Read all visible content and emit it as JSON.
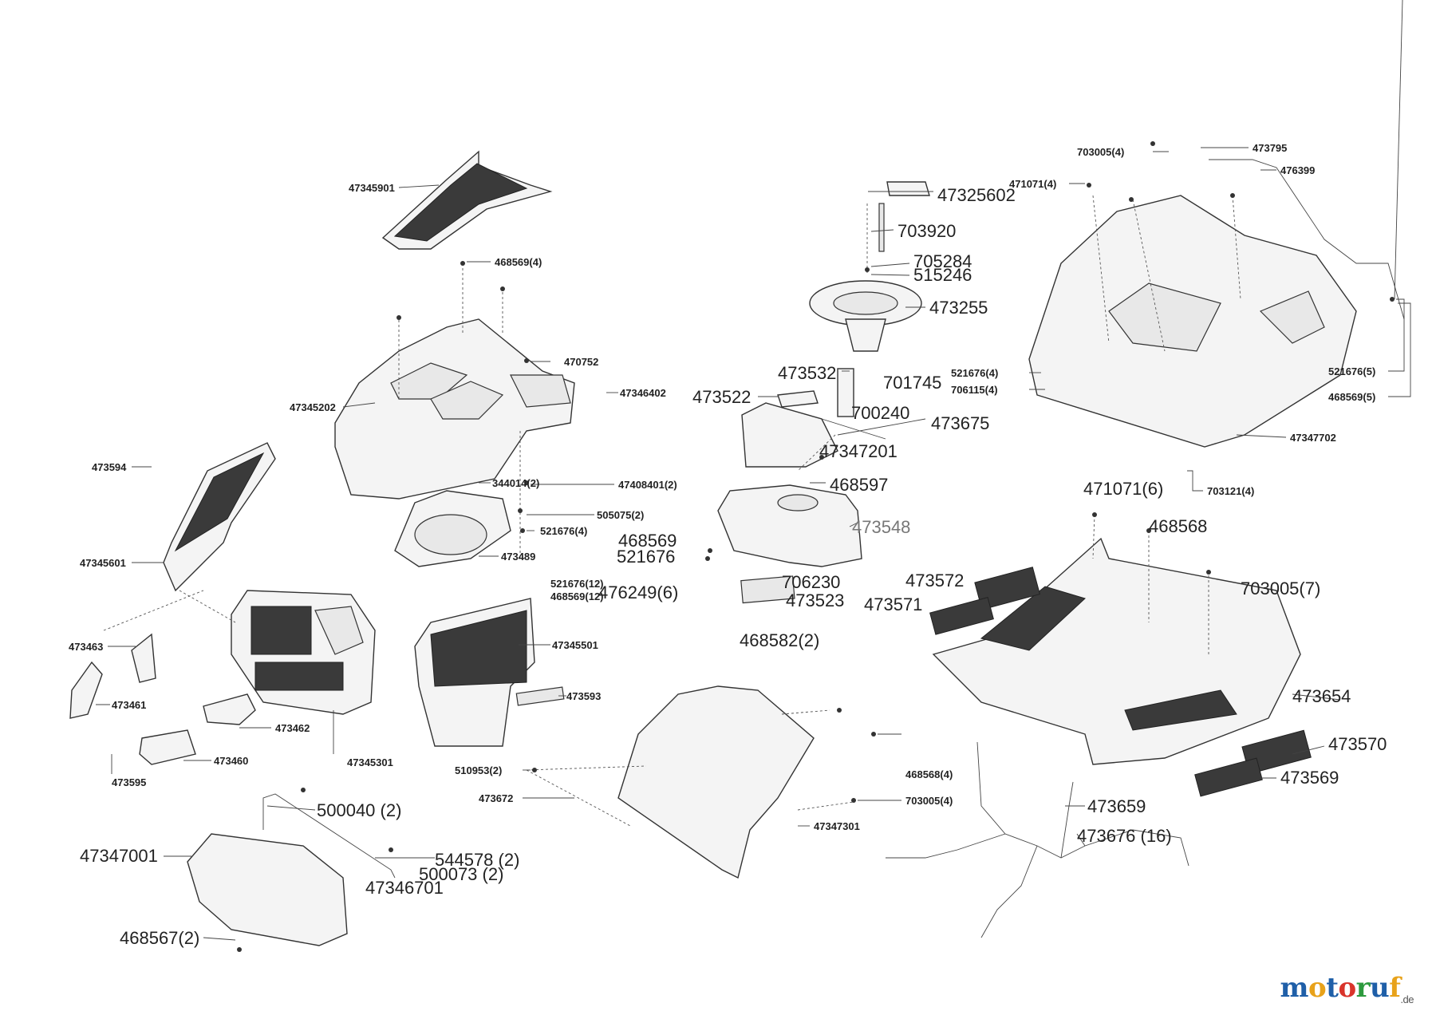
{
  "diagram": {
    "labels": [
      "47345901",
      "468569(4)",
      "470752",
      "47345202",
      "47346402",
      "473594",
      "344014(2)",
      "47408401(2)",
      "505075(2)",
      "521676(4)",
      "47345601",
      "473489",
      "521676(12)",
      "468569(12)",
      "473463",
      "47345501",
      "473461",
      "473593",
      "473462",
      "473460",
      "47345301",
      "473595",
      "47325602",
      "703920",
      "705284",
      "515246",
      "473255",
      "473532",
      "701745",
      "473522",
      "700240",
      "473675",
      "47347201",
      "468597",
      "473548",
      "468569",
      "521676",
      "476249(6)",
      "706230",
      "473523",
      "468582(2)",
      "703005(4)",
      "473795",
      "471071(4)",
      "476399",
      "521676(4)",
      "706115(4)",
      "521676(5)",
      "468569(5)",
      "47347702",
      "703121(4)",
      "471071(6)",
      "468568",
      "473572",
      "703005(7)",
      "473571",
      "473654",
      "473570",
      "473569",
      "510953(2)",
      "468568(4)",
      "473672",
      "703005(4)",
      "47347301",
      "473659",
      "473676 (16)",
      "500040 (2)",
      "47347001",
      "544578 (2)",
      "500073 (2)",
      "47346701",
      "468567(2)"
    ]
  },
  "watermark": {
    "letters": [
      "m",
      "o",
      "t",
      "o",
      "r",
      "u",
      "f"
    ],
    "colors": [
      "#1f5fa8",
      "#e8a21a",
      "#1f5fa8",
      "#d9342b",
      "#2d9a3e",
      "#1f5fa8",
      "#e8a21a"
    ],
    "suffix": ".de"
  }
}
